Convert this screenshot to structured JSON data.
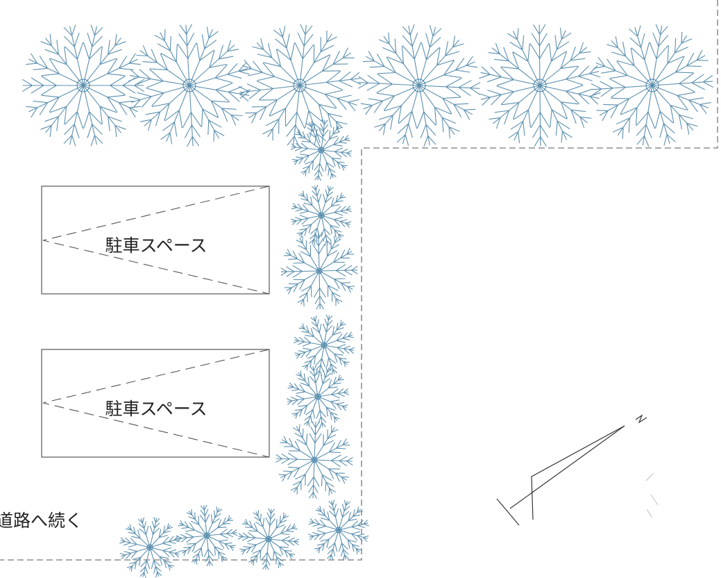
{
  "parking_spaces": [
    {
      "label": "駐車スペース"
    },
    {
      "label": "駐車スペース"
    }
  ],
  "road_note": "道路へ続く",
  "north_mark": "N",
  "colors": {
    "tree": "#5b8fae",
    "boundary": "#777777",
    "outline": "#555555"
  }
}
